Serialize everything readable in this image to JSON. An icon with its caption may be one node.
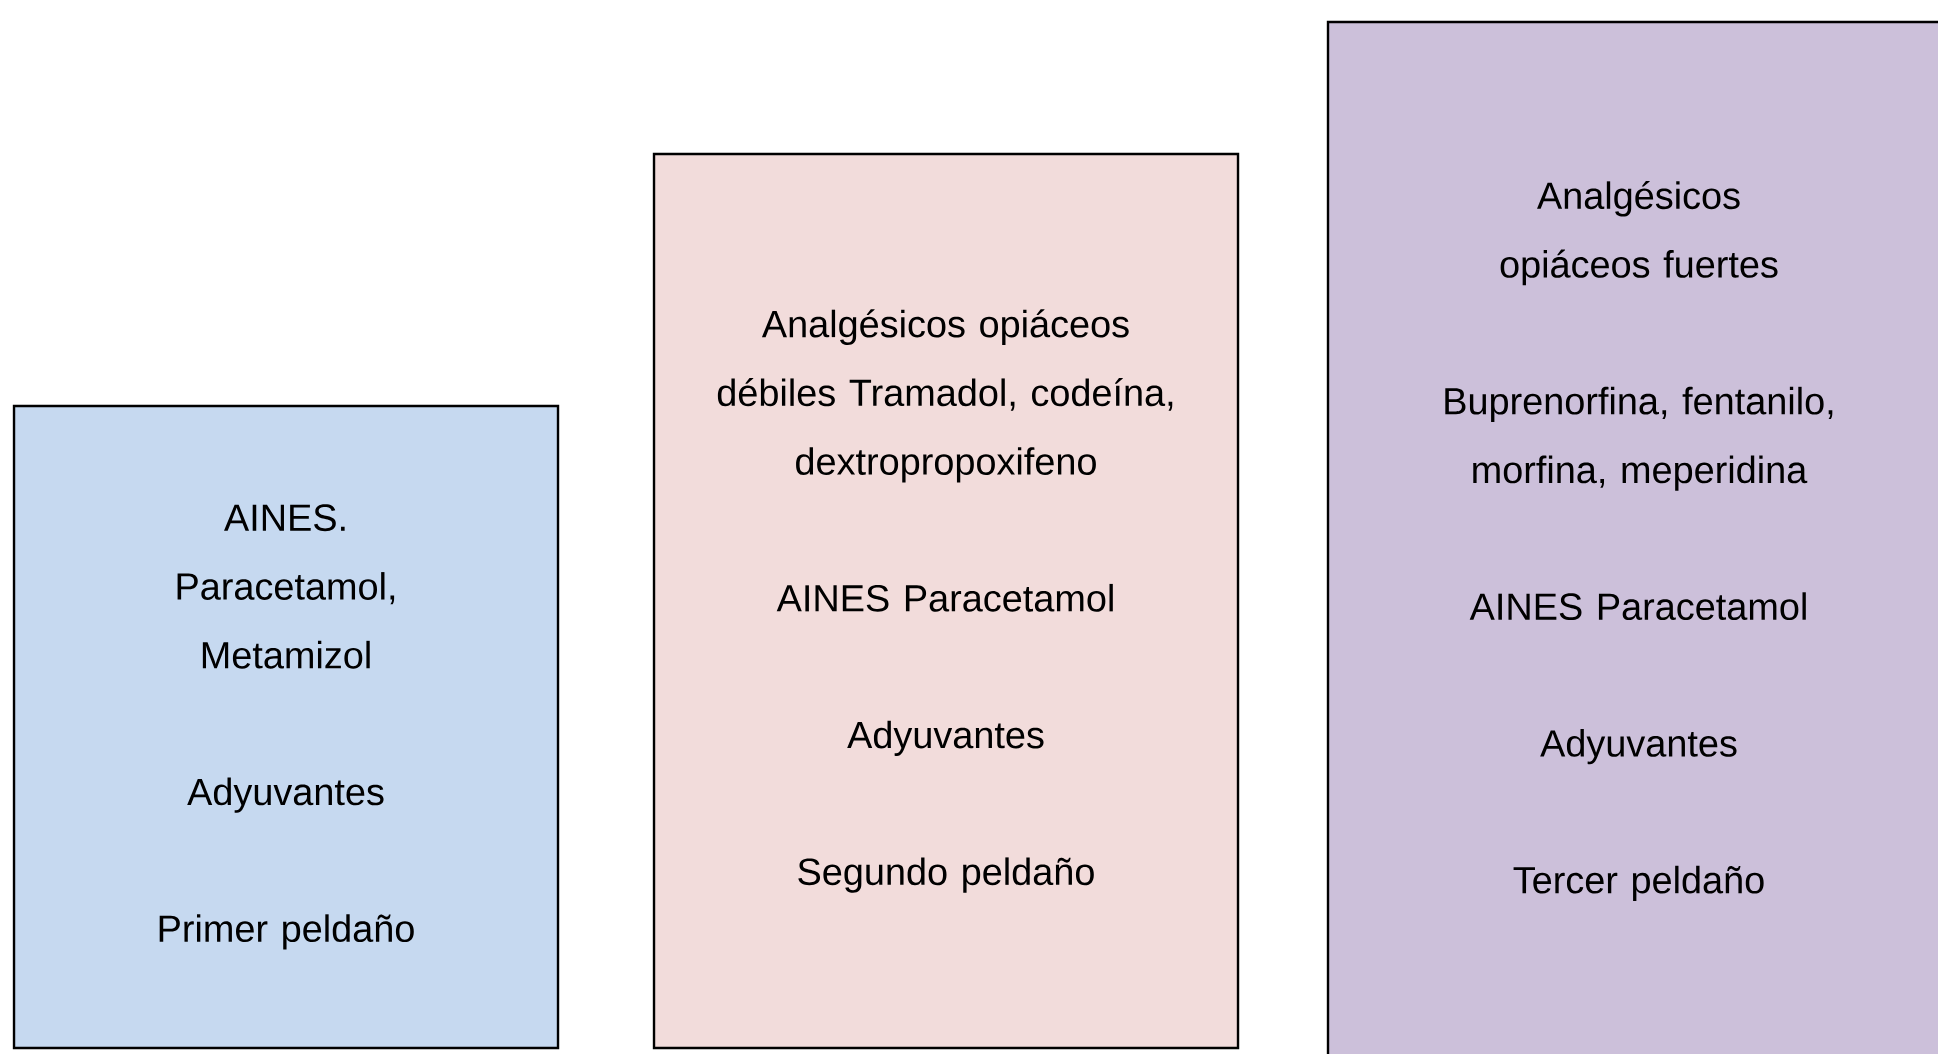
{
  "diagram": {
    "nodes": [
      {
        "text": [
          "AINES. Paracetamol, Metamizol",
          "Adyuvantes",
          "Primer peldaño"
        ]
      },
      {
        "text": [
          "Analgésicos opiáceos débiles Tramadol, codeína, dextropropoxifeno",
          "AINES Paracetamol",
          "Adyuvantes",
          "Segundo peldaño"
        ]
      },
      {
        "text": [
          "Analgésicos opiáceos fuertes",
          "Buprenorfina, fentanilo, morfina, meperidina",
          "AINES Paracetamol",
          "Adyuvantes",
          "Tercer peldaño"
        ]
      }
    ]
  }
}
